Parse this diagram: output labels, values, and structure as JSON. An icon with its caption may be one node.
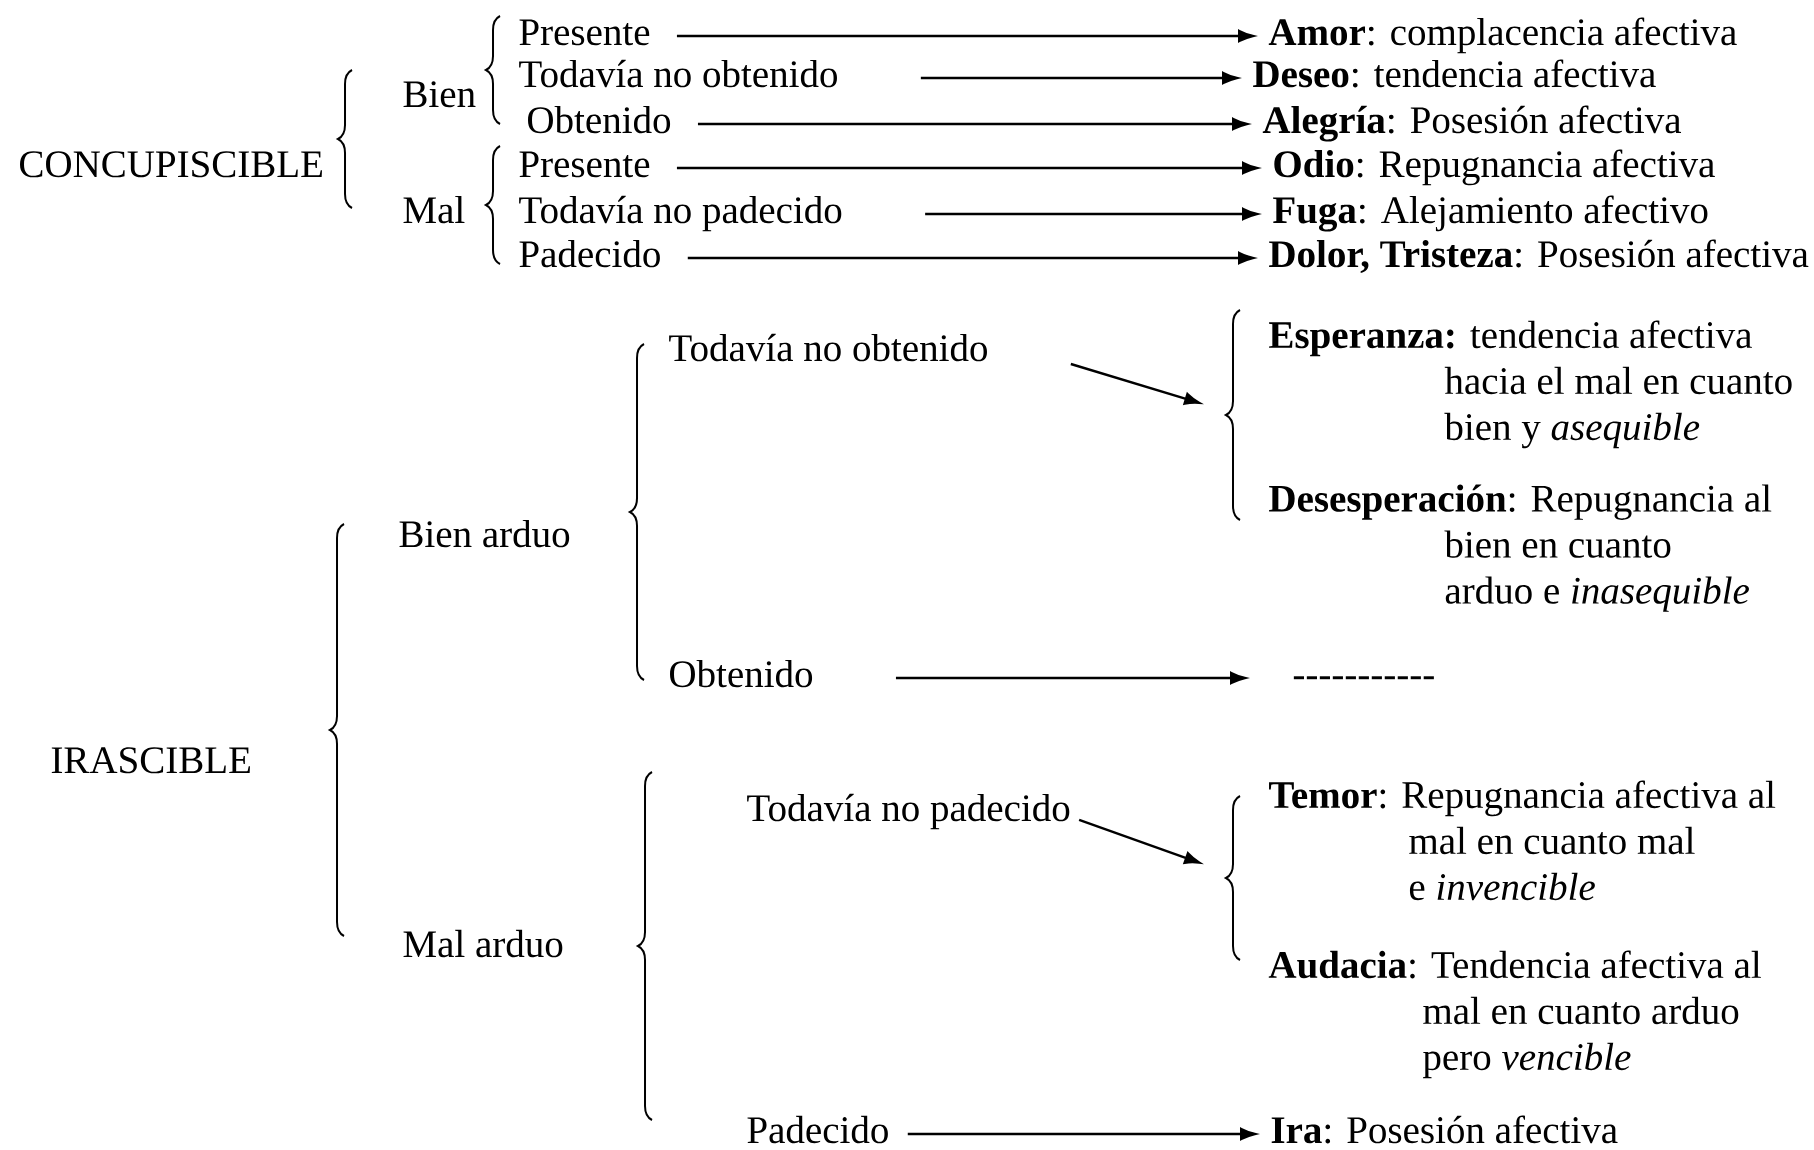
{
  "diagram": {
    "nodes": [
      {
        "text": [
          "CONCUPISCIBLE"
        ]
      },
      {
        "text": [
          "Bien"
        ]
      },
      {
        "text": [
          "Presente"
        ]
      },
      {
        "text": [
          "Todavía no obtenido"
        ]
      },
      {
        "text": [
          "Obtenido"
        ]
      },
      {
        "text": [
          "Mal"
        ]
      },
      {
        "text": [
          "Presente"
        ]
      },
      {
        "text": [
          "Todavía no padecido"
        ]
      },
      {
        "text": [
          "Padecido"
        ]
      },
      {
        "text": [
          "**Amor**: complacencia afectiva"
        ]
      },
      {
        "text": [
          "**Deseo**: tendencia afectiva"
        ]
      },
      {
        "text": [
          "**Alegría**: Posesión afectiva"
        ]
      },
      {
        "text": [
          "**Odio**: Repugnancia afectiva"
        ]
      },
      {
        "text": [
          "**Fuga**: Alejamiento afectivo"
        ]
      },
      {
        "text": [
          "**Dolor, Tristeza**: Posesión afectiva"
        ]
      },
      {
        "text": [
          "IRASCIBLE"
        ]
      },
      {
        "text": [
          "Bien arduo"
        ]
      },
      {
        "text": [
          "Todavía no obtenido"
        ]
      },
      {
        "text": [
          "Obtenido"
        ]
      },
      {
        "text": [
          "**Esperanza:** tendencia afectiva hacia el mal en cuanto bien y *asequible*"
        ]
      },
      {
        "text": [
          "**Desesperación**: Repugnancia al bien en cuanto arduo e *inasequible*"
        ]
      },
      {
        "text": [
          "-----------"
        ]
      },
      {
        "text": [
          "Mal arduo"
        ]
      },
      {
        "text": [
          "Todavía no padecido"
        ]
      },
      {
        "text": [
          "Padecido"
        ]
      },
      {
        "text": [
          "**Temor**: Repugnancia afectiva al mal en cuanto mal e *invencible*"
        ]
      },
      {
        "text": [
          "**Audacia**: Tendencia afectiva al mal en cuanto arduo pero *vencible*"
        ]
      },
      {
        "text": [
          "**Ira**: Posesión afectiva"
        ]
      }
    ],
    "edges": [
      {
        "from": 2,
        "to": 9,
        "arrow": "to"
      },
      {
        "from": 3,
        "to": 10,
        "arrow": "to"
      },
      {
        "from": 4,
        "to": 11,
        "arrow": "to"
      },
      {
        "from": 6,
        "to": 12,
        "arrow": "to"
      },
      {
        "from": 7,
        "to": 13,
        "arrow": "to"
      },
      {
        "from": 8,
        "to": 14,
        "arrow": "to"
      },
      {
        "from": 17,
        "to": 19,
        "arrow": "to"
      },
      {
        "from": 18,
        "to": 21,
        "arrow": "to"
      },
      {
        "from": 23,
        "to": 25,
        "arrow": "to"
      },
      {
        "from": 24,
        "to": 27,
        "arrow": "to"
      }
    ]
  }
}
